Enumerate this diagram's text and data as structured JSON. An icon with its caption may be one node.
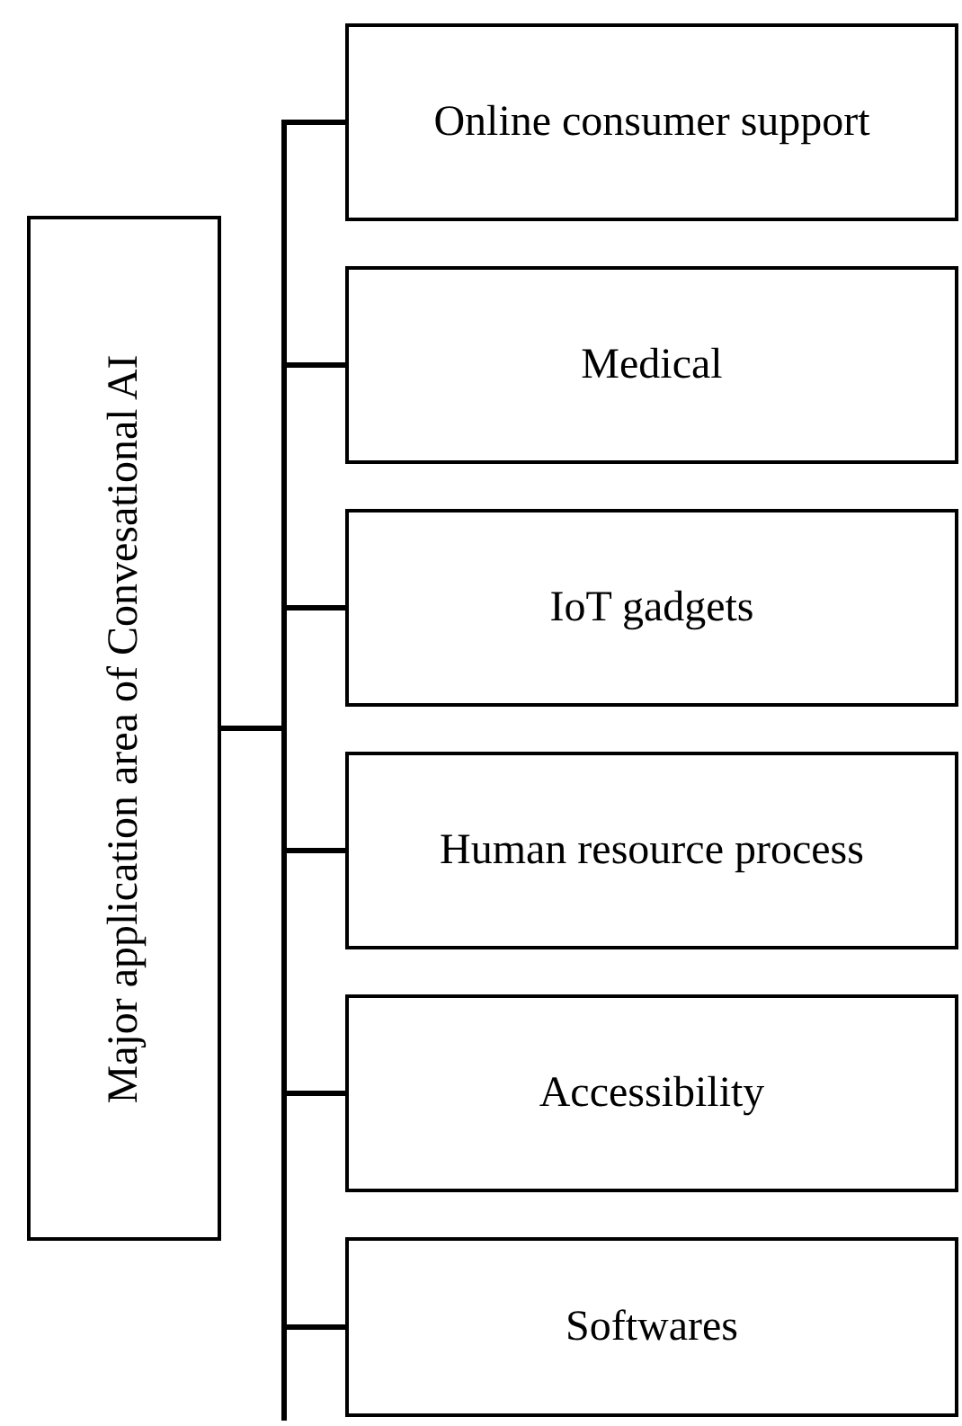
{
  "diagram": {
    "nodes": [
      {
        "text": [
          "Major application area of Convesational AI"
        ]
      },
      {
        "text": [
          "Online consumer support"
        ]
      },
      {
        "text": [
          "Medical"
        ]
      },
      {
        "text": [
          "IoT gadgets"
        ]
      },
      {
        "text": [
          "Human resource process"
        ]
      },
      {
        "text": [
          "Accessibility"
        ]
      },
      {
        "text": [
          "Softwares"
        ]
      }
    ],
    "edges": [
      {
        "from": 0,
        "to": 1,
        "arrow": "none"
      },
      {
        "from": 0,
        "to": 2,
        "arrow": "none"
      },
      {
        "from": 0,
        "to": 3,
        "arrow": "none"
      },
      {
        "from": 0,
        "to": 4,
        "arrow": "none"
      },
      {
        "from": 0,
        "to": 5,
        "arrow": "none"
      },
      {
        "from": 0,
        "to": 6,
        "arrow": "none"
      }
    ]
  }
}
